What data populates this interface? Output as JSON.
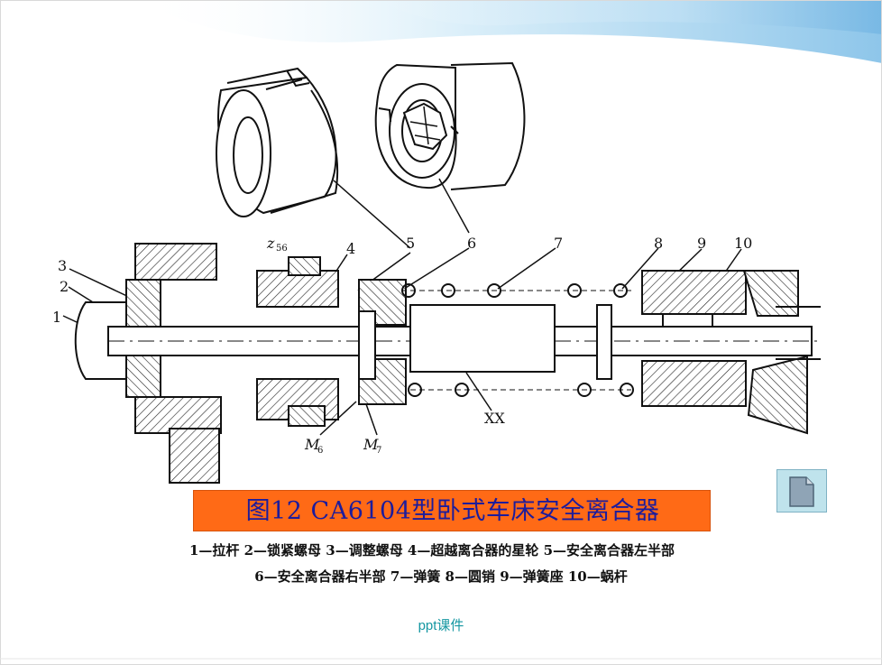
{
  "diagram": {
    "labels": {
      "n1": "1",
      "n2": "2",
      "n3": "3",
      "n4": "4",
      "n5": "5",
      "n6": "6",
      "n7": "7",
      "n8": "8",
      "n9": "9",
      "n10": "10",
      "z56": "z",
      "z56_sub": "56",
      "m6": "M",
      "m6_sub": "6",
      "m7": "M",
      "m7_sub": "7",
      "xx": "XX"
    }
  },
  "caption": "图12 CA6104型卧式车床安全离合器",
  "legend": {
    "line1": "1—拉杆   2—锁紧螺母   3—调整螺母   4—超越离合器的星轮   5—安全离合器左半部",
    "line2": "6—安全离合器右半部   7—弹簧   8—圆销   9—弹簧座   10—蜗杆"
  },
  "footer": "ppt课件",
  "colors": {
    "caption_bg": "#ff6a16",
    "caption_text": "#1c1c9c",
    "footer_text": "#1597a2",
    "header_wave": "#a8d4ee"
  },
  "icons": {
    "doc_button": "document-icon"
  }
}
